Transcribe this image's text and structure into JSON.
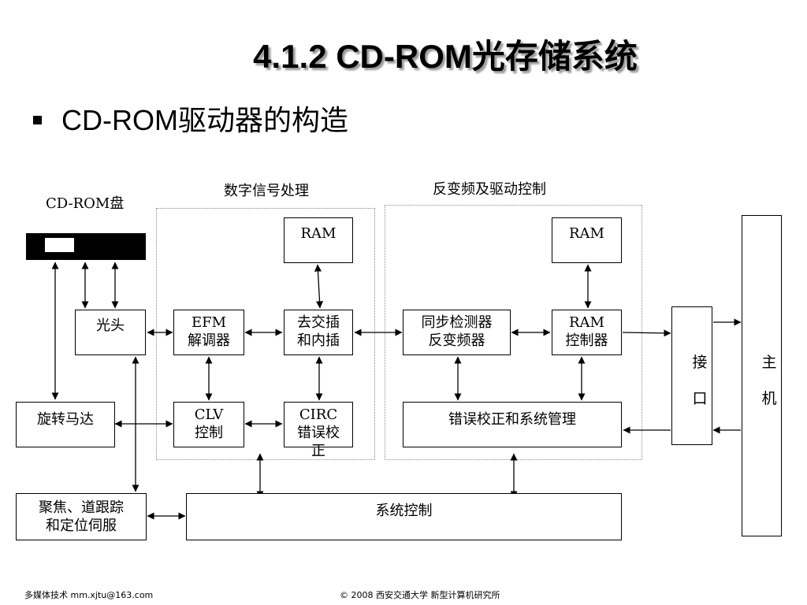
{
  "title": "4.1.2 CD-ROM光存储系统",
  "bullet": "CD-ROM驱动器的构造",
  "diagram": {
    "group_labels": {
      "disc": "CD-ROM盘",
      "dsp": "数字信号处理",
      "inverse": "反变频及驱动控制"
    },
    "blocks": {
      "optical_head": [
        "光头"
      ],
      "spindle_motor": [
        "旋转马达"
      ],
      "servo": [
        "聚焦、道跟踪",
        "和定位伺服"
      ],
      "efm": [
        "EFM",
        "解调器"
      ],
      "clv": [
        "CLV",
        "控制"
      ],
      "ram_dsp": [
        "RAM"
      ],
      "deinterleave": [
        "去交插",
        "和内插"
      ],
      "circ": [
        "CIRC",
        "错误校",
        "正"
      ],
      "sync_detector": [
        "同步检测器",
        "反变频器"
      ],
      "ram_ctrl_ram": [
        "RAM"
      ],
      "ram_controller": [
        "RAM",
        "控制器"
      ],
      "ecc_system": [
        "错误校正和系统管理"
      ],
      "system_control": [
        "系统控制"
      ],
      "interface": [
        "接",
        "口"
      ],
      "host": [
        "主",
        "机"
      ]
    }
  },
  "footer": {
    "left": "多媒体技术 mm.xjtu@163.com",
    "right": "© 2008 西安交通大学 新型计算机研究所"
  }
}
